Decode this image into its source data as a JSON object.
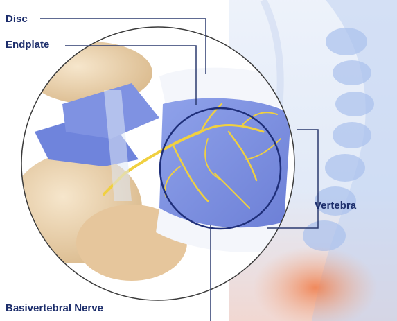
{
  "labels": {
    "disc": "Disc",
    "endplate": "Endplate",
    "vertebra": "Vertebra",
    "basivertebral_nerve": "Basivertebral Nerve"
  },
  "colors": {
    "label_text": "#1c2d6b",
    "leader_line": "#2b3a6e",
    "nerve": "#f0d040",
    "vertebra_blue": "#7a8fe0",
    "bone": "#e8cfa8",
    "spine_glow": "#b8cdf0",
    "pelvis_glow": "#f08a5a"
  }
}
